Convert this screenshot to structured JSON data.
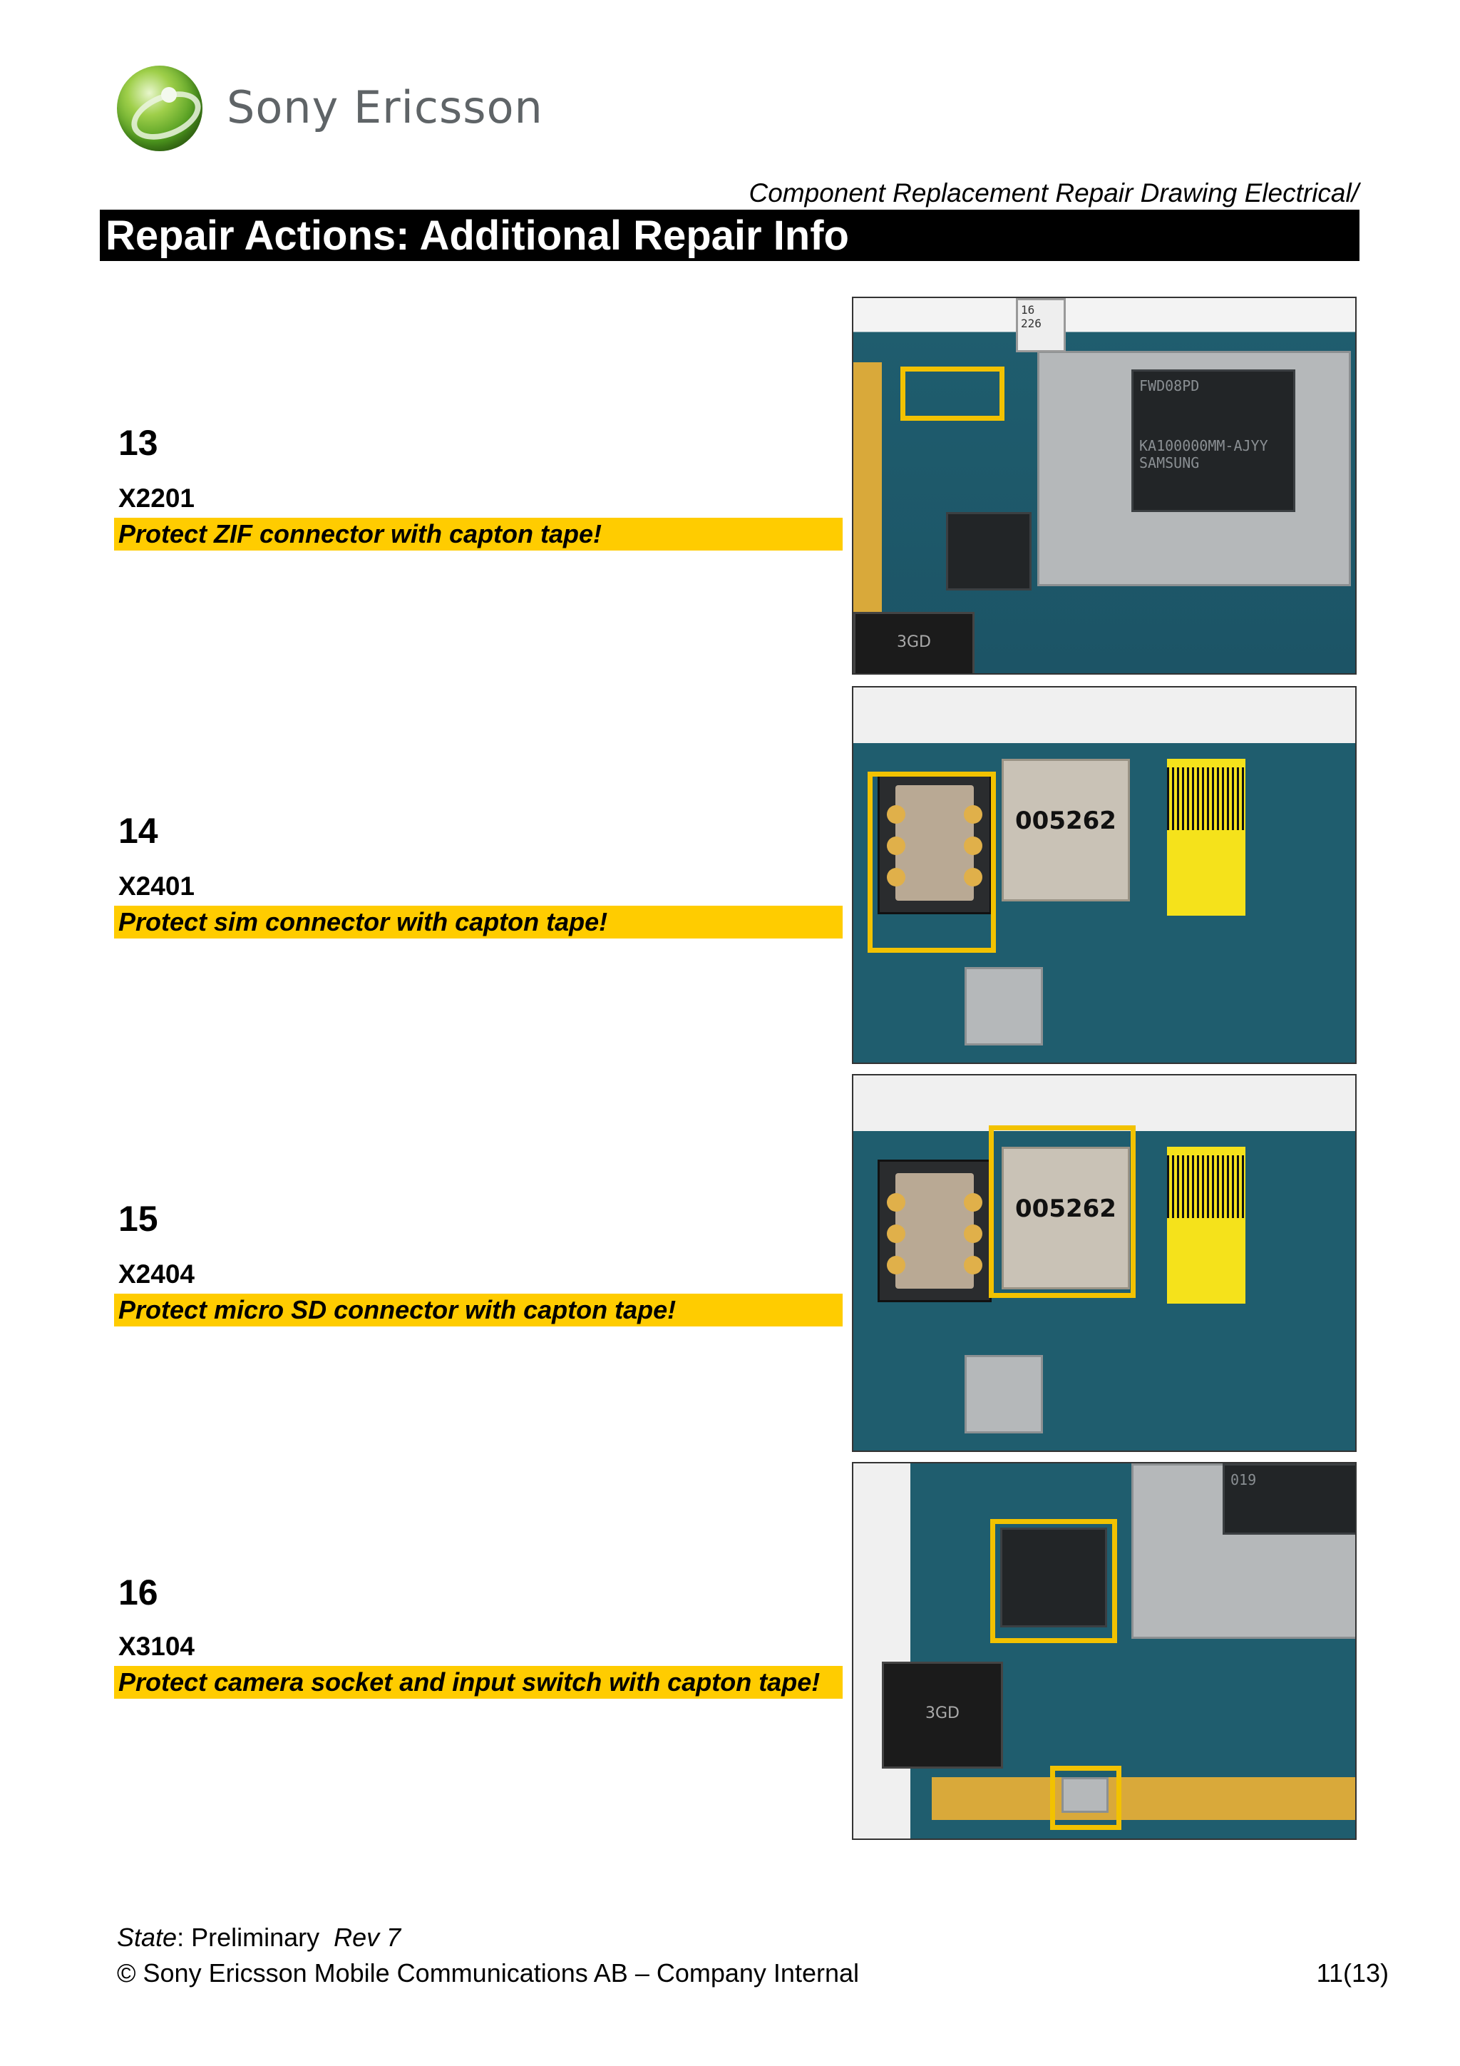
{
  "header": {
    "brand": "Sony Ericsson",
    "document_type": "Component Replacement Repair Drawing Electrical/",
    "section_title": "Repair Actions: Additional Repair Info"
  },
  "items": [
    {
      "number": "13",
      "ref": "X2201",
      "note": "Protect ZIF connector with capton tape!"
    },
    {
      "number": "14",
      "ref": "X2401",
      "note": "Protect sim connector with capton tape!"
    },
    {
      "number": "15",
      "ref": "X2404",
      "note": "Protect micro SD connector with capton tape!"
    },
    {
      "number": "16",
      "ref": "X3104",
      "note": "Protect camera socket and input switch with capton tape!"
    }
  ],
  "photo_text": {
    "chip_top": "FWD08PD",
    "chip_mid": "KA100000MM-AJYY",
    "chip_brand": "SAMSUNG",
    "chip_code": "019",
    "connector_code": "16 226",
    "sd_code": "005262",
    "jack_label": "3GD"
  },
  "footer": {
    "state_label": "State",
    "state_value": ": Preliminary",
    "rev": "Rev 7",
    "copyright": "© Sony Ericsson Mobile Communications AB – Company Internal",
    "page": "11(13)"
  },
  "colors": {
    "highlight": "#ffcc00",
    "section_bar": "#000000",
    "brand_grey": "#5f6467"
  }
}
